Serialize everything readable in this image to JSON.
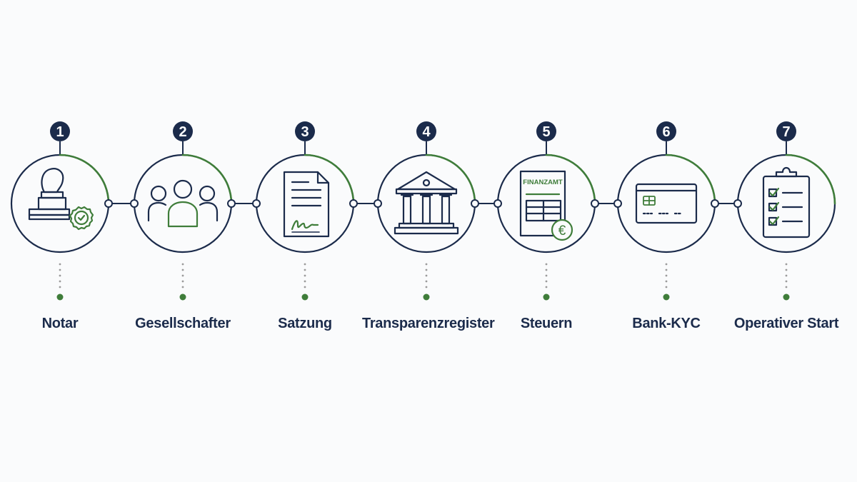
{
  "colors": {
    "navy": "#1b2b4b",
    "green": "#3f7d3a",
    "gray_dots": "#9a9a9a",
    "background": "#fafbfc"
  },
  "steps": [
    {
      "number": "1",
      "label": "Notar",
      "icon": "notary-stamp-icon"
    },
    {
      "number": "2",
      "label": "Gesellschafter",
      "icon": "shareholders-icon"
    },
    {
      "number": "3",
      "label": "Satzung",
      "icon": "signed-document-icon"
    },
    {
      "number": "4",
      "label": "Transparenzregister",
      "icon": "register-building-icon"
    },
    {
      "number": "5",
      "label": "Steuern",
      "icon": "tax-office-form-icon",
      "icon_text": "FINANZAMT",
      "icon_symbol": "€"
    },
    {
      "number": "6",
      "label": "Bank-KYC",
      "icon": "bank-card-icon"
    },
    {
      "number": "7",
      "label": "Operativer Start",
      "icon": "checklist-clipboard-icon"
    }
  ]
}
